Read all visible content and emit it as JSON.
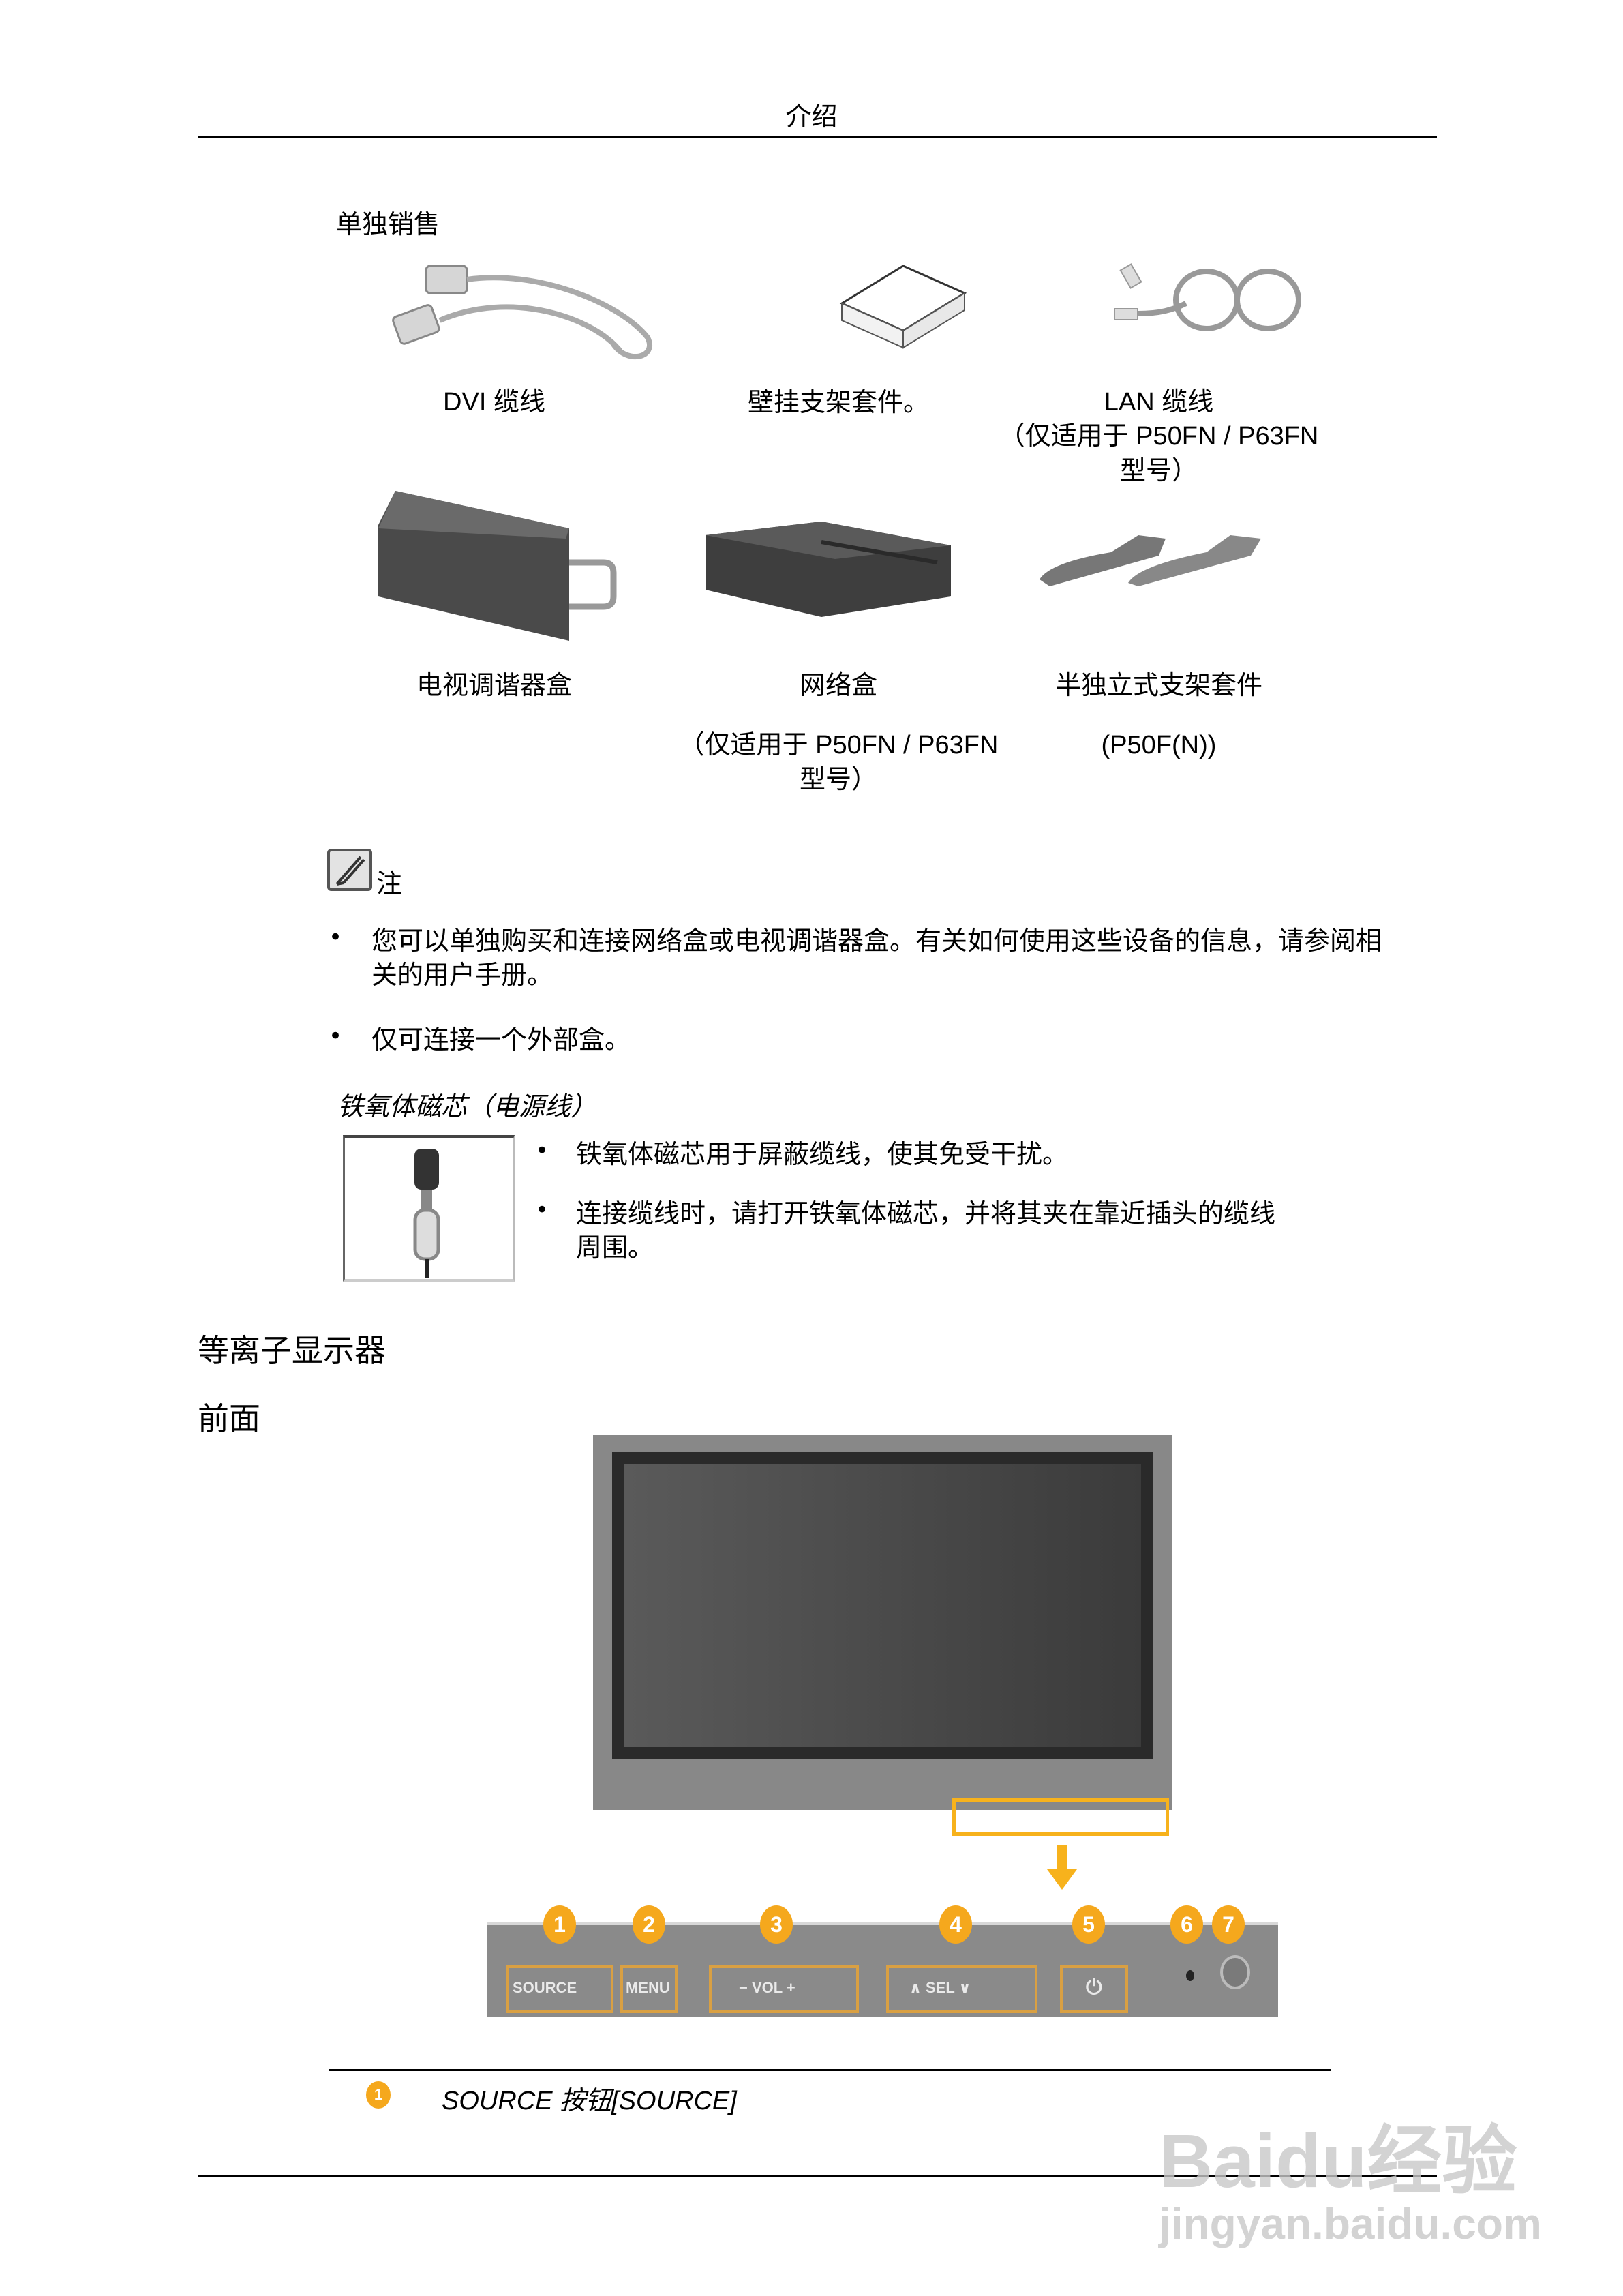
{
  "header": {
    "title": "介绍"
  },
  "sold_separately": {
    "title": "单独销售",
    "items": [
      {
        "label": "DVI 缆线",
        "note": "",
        "icon": "dvi-cable"
      },
      {
        "label": "壁挂支架套件。",
        "note": "",
        "icon": "wall-mount-kit"
      },
      {
        "label": "LAN 缆线",
        "note": "（仅适用于 P50FN / P63FN",
        "note2": "型号）",
        "icon": "lan-cable"
      },
      {
        "label": "电视调谐器盒",
        "note": "",
        "icon": "tv-tuner-box"
      },
      {
        "label": "网络盒",
        "note": "（仅适用于 P50FN / P63FN",
        "note2": "型号）",
        "icon": "network-box"
      },
      {
        "label": "半独立式支架套件",
        "note": "(P50F(N))",
        "icon": "semi-stand-kit"
      }
    ]
  },
  "note": {
    "label": "注",
    "icon": "note-pencil",
    "bullets": [
      {
        "line1": "您可以单独购买和连接网络盒或电视调谐器盒。有关如何使用这些设备的信息，请参阅相",
        "line2": "关的用户手册。"
      },
      {
        "line1": "仅可连接一个外部盒。",
        "line2": ""
      }
    ]
  },
  "ferrite": {
    "title": "铁氧体磁芯（电源线）",
    "bullets": [
      {
        "line1": "铁氧体磁芯用于屏蔽缆线，使其免受干扰。",
        "line2": ""
      },
      {
        "line1": "连接缆线时，请打开铁氧体磁芯，并将其夹在靠近插头的缆线",
        "line2": "周围。"
      }
    ]
  },
  "plasma": {
    "title": "等离子显示器",
    "subtitle": "前面",
    "panel": {
      "buttons": [
        {
          "badge": "1",
          "label": "SOURCE"
        },
        {
          "badge": "2",
          "label": "MENU"
        },
        {
          "badge": "3",
          "label": "−   VOL   +"
        },
        {
          "badge": "4",
          "label": "∧   SEL   ∨"
        },
        {
          "badge": "5",
          "label": "⏻"
        },
        {
          "badge": "6",
          "label": ""
        },
        {
          "badge": "7",
          "label": ""
        }
      ]
    },
    "legend": [
      {
        "badge": "1",
        "text": "SOURCE 按钮[SOURCE]"
      }
    ]
  },
  "colors": {
    "accent": "#f5a81d",
    "bezel": "#888888",
    "screen": "#4a4a4a"
  },
  "watermark": {
    "brand": "Baidu经验",
    "url": "jingyan.baidu.com"
  }
}
